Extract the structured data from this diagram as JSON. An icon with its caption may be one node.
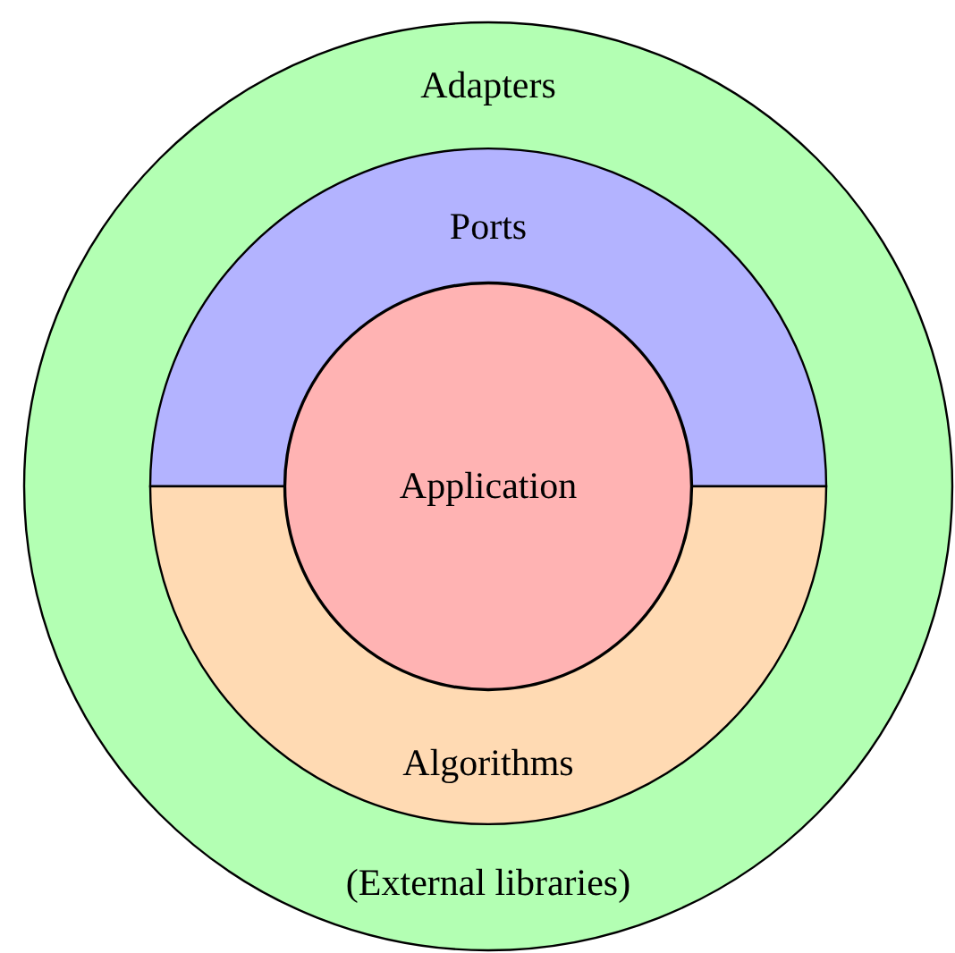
{
  "diagram": {
    "nodes": [
      {
        "text": [
          "Adapters",
          "(External libraries)"
        ]
      },
      {
        "text": [
          "Ports"
        ],
        "in": 0
      },
      {
        "text": [
          "Algorithms"
        ],
        "in": 0
      },
      {
        "text": [
          "Application"
        ],
        "in": 0
      }
    ]
  }
}
